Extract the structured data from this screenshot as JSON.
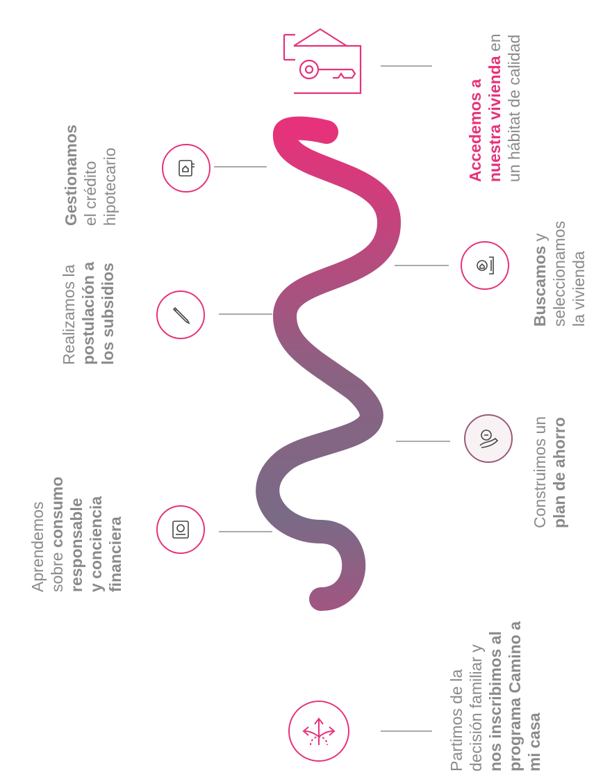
{
  "colors": {
    "accent": "#e6327a",
    "path_start": "#e6327a",
    "path_mid": "#7a6a86",
    "text": "#8a8a8a"
  },
  "steps": [
    {
      "icon": "split-arrows-icon",
      "lines": [
        {
          "runs": [
            {
              "t": "Partimos de la",
              "b": false
            }
          ]
        },
        {
          "runs": [
            {
              "t": "decisión familiar y",
              "b": false
            }
          ]
        },
        {
          "runs": [
            {
              "t": "nos inscribimos al",
              "b": true
            }
          ]
        },
        {
          "runs": [
            {
              "t": "programa Camino a",
              "b": true
            }
          ]
        },
        {
          "runs": [
            {
              "t": "mi casa",
              "b": true
            }
          ]
        }
      ]
    },
    {
      "icon": "financial-document-icon",
      "lines": [
        {
          "runs": [
            {
              "t": "Aprendemos",
              "b": false
            }
          ]
        },
        {
          "runs": [
            {
              "t": "sobre ",
              "b": false
            },
            {
              "t": "consumo",
              "b": true
            }
          ]
        },
        {
          "runs": [
            {
              "t": "responsable",
              "b": true
            }
          ]
        },
        {
          "runs": [
            {
              "t": "y conciencia",
              "b": true
            }
          ]
        },
        {
          "runs": [
            {
              "t": "financiera",
              "b": true
            }
          ]
        }
      ]
    },
    {
      "icon": "savings-hand-icon",
      "lines": [
        {
          "runs": [
            {
              "t": "Construimos un",
              "b": false
            }
          ]
        },
        {
          "runs": [
            {
              "t": "plan de ahorro",
              "b": true
            }
          ]
        }
      ]
    },
    {
      "icon": "pencil-icon",
      "lines": [
        {
          "runs": [
            {
              "t": "Realizamos la",
              "b": false
            }
          ]
        },
        {
          "runs": [
            {
              "t": "postulación a",
              "b": true
            }
          ]
        },
        {
          "runs": [
            {
              "t": "los subsidios",
              "b": true
            }
          ]
        }
      ]
    },
    {
      "icon": "house-search-icon",
      "lines": [
        {
          "runs": [
            {
              "t": "Buscamos",
              "b": true
            },
            {
              "t": " y",
              "b": false
            }
          ]
        },
        {
          "runs": [
            {
              "t": "seleccionamos",
              "b": false
            }
          ]
        },
        {
          "runs": [
            {
              "t": "la vivienda",
              "b": false
            }
          ]
        }
      ]
    },
    {
      "icon": "phone-house-icon",
      "lines": [
        {
          "runs": [
            {
              "t": "Gestionamos",
              "b": true
            }
          ]
        },
        {
          "runs": [
            {
              "t": "el crédito",
              "b": false
            }
          ]
        },
        {
          "runs": [
            {
              "t": "hipotecario",
              "b": false
            }
          ]
        }
      ]
    },
    {
      "icon": "house-key-icon",
      "lines": [
        {
          "runs": [
            {
              "t": "Accedemos a",
              "p": true
            }
          ]
        },
        {
          "runs": [
            {
              "t": "nuestra vivienda",
              "p": true
            },
            {
              "t": " en",
              "b": false
            }
          ]
        },
        {
          "runs": [
            {
              "t": "un hábitat de calidad",
              "b": false
            }
          ]
        }
      ]
    }
  ]
}
